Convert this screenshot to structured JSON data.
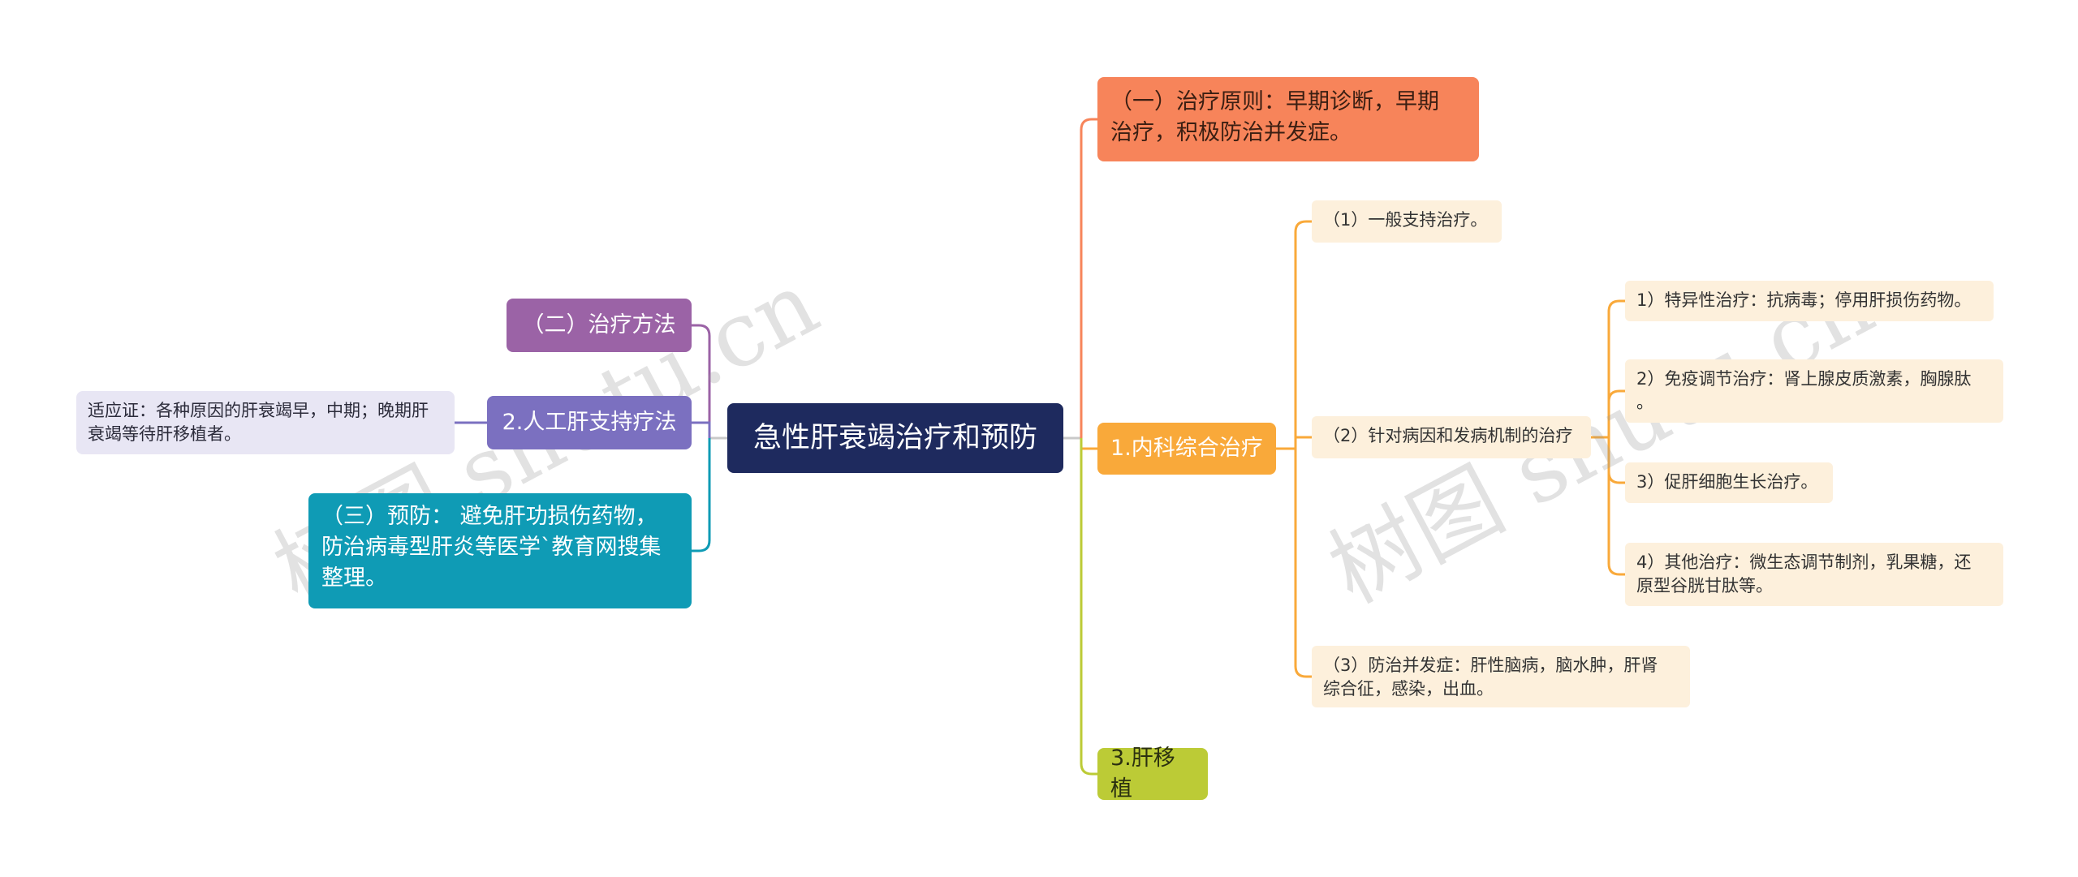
{
  "root": {
    "label": "急性肝衰竭治疗和预防"
  },
  "right": {
    "principle": "（一）治疗原则：早期诊断，早期\n治疗，积极防治并发症。",
    "medical": {
      "label": "1.内科综合治疗",
      "support": "（1）一般支持治疗。",
      "cause": "（2）针对病因和发病机制的治疗",
      "cause_items": [
        "1）特异性治疗：抗病毒；停用肝损伤药物。",
        "2）免疫调节治疗：肾上腺皮质激素，胸腺肽\n。",
        "3）促肝细胞生长治疗。",
        "4）其他治疗：微生态调节制剂，乳果糖，还\n原型谷胱甘肽等。"
      ],
      "complication": "（3）防治并发症：肝性脑病，脑水肿，肝肾\n综合征，感染，出血。"
    },
    "transplant": "3.肝移植"
  },
  "left": {
    "method": "（二）治疗方法",
    "artificial": "2.人工肝支持疗法",
    "indication": "适应证：各种原因的肝衰竭早，中期；晚期肝\n衰竭等待肝移植者。",
    "prevent": "（三）预防： 避免肝功损伤药物，\n防治病毒型肝炎等医学`教育网搜集\n整理。"
  },
  "watermark": "树图 shutu.cn",
  "colors": {
    "root": "#1e2a5e",
    "principle": "#f7845a",
    "medical": "#f9a93a",
    "transplant": "#bccb36",
    "method": "#9b63a6",
    "artificial": "#7b70c0",
    "prevent": "#0f9bb5",
    "leaf": "#fdf0dc"
  }
}
